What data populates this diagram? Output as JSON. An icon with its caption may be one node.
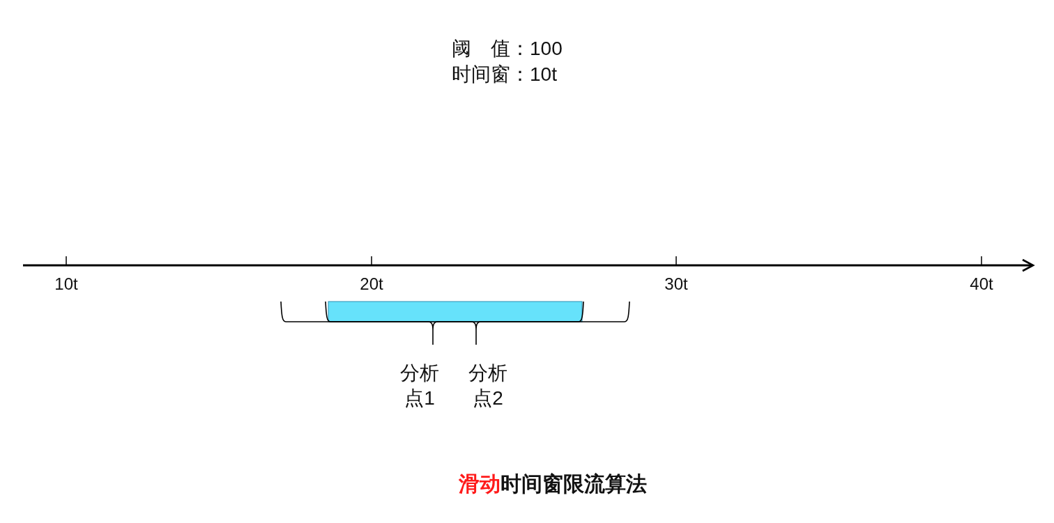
{
  "diagram": {
    "caption": "**滑动**时间窗限流算法",
    "nodes": [
      {
        "text": [],
        "shape": "bar"
      }
    ],
    "labels": [
      "阈　值：100",
      "时间窗：10t",
      "10t",
      "20t",
      "30t",
      "40t",
      "分析点1",
      "分析点2"
    ]
  }
}
